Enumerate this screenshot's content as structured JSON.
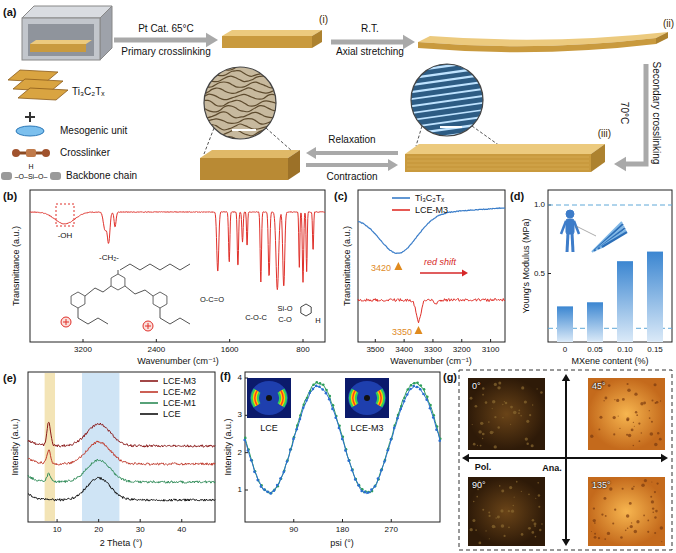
{
  "diagram": {
    "nodes": [
      {
        "text": [
          "(i)"
        ]
      },
      {
        "text": [
          "(ii)"
        ]
      },
      {
        "text": [
          "(iii)"
        ]
      }
    ],
    "edges": [
      {
        "from": 0,
        "to": 1,
        "arrow": "to",
        "label": "Axial stretching"
      },
      {
        "from": 1,
        "to": 2,
        "arrow": "to",
        "label": "Secondary crosslinking"
      }
    ],
    "labels": [
      "(a)",
      "Pt Cat. 65°C",
      "Primary crosslinking",
      "R.T.",
      "70°C",
      "Relaxation",
      "Contraction",
      "Ti₃C₂Tₓ",
      "Mesogenic unit",
      "Crosslinker",
      "Backbone chain",
      "H",
      "–O–Si–O–",
      "(b)",
      "Transmittance (a.u.)",
      "Wavenumber (cm⁻¹)",
      "3200",
      "2400",
      "1600",
      "800",
      "-OH",
      "-CH₂-",
      "O-C=O",
      "C-O-C",
      "Si-O",
      "C-O",
      "H",
      "(c)",
      "Transmittance (a.u.)",
      "Wavenumber (cm⁻¹)",
      "3500",
      "3400",
      "3300",
      "3200",
      "3100",
      "3420",
      "red shift",
      "3350",
      "(d)",
      "Young's Modulus (MPa)",
      "MXene content (%)",
      "0.5",
      "1.0",
      "0",
      "0.05",
      "0.10",
      "0.15",
      "(e)",
      "Intensity (a.u.)",
      "2 Theta (°)",
      "10",
      "20",
      "30",
      "40",
      "(f)",
      "Intensity (a.u.)",
      "psi (°)",
      "90",
      "180",
      "270",
      "1",
      "2",
      "3",
      "4",
      "LCE",
      "LCE-M3",
      "(g)",
      "0°",
      "45°",
      "90°",
      "135°",
      "Pol.",
      "Ana."
    ],
    "legend": [
      {
        "text": "Ti₃C₂Tₓ"
      },
      {
        "text": "LCE-M3"
      },
      {
        "text": "LCE-M3"
      },
      {
        "text": "LCE-M2"
      },
      {
        "text": "LCE-M1"
      },
      {
        "text": "LCE"
      }
    ]
  }
}
